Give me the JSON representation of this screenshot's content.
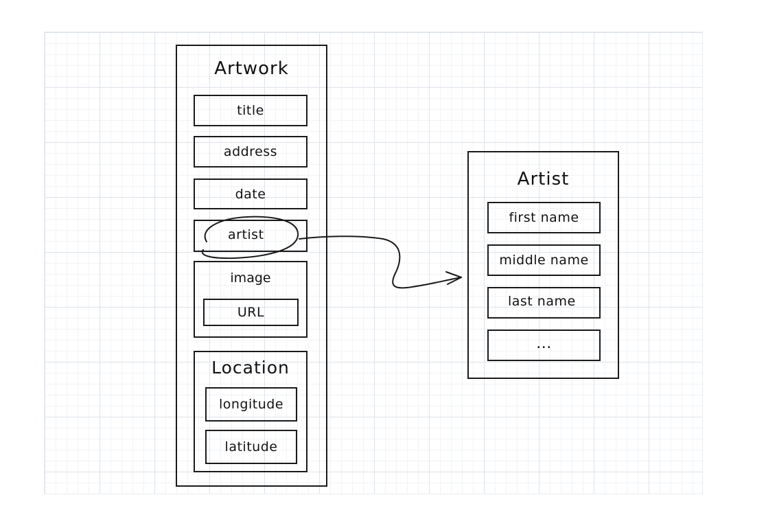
{
  "artwork": {
    "title": "Artwork",
    "fields": {
      "title": "title",
      "address": "address",
      "date": "date",
      "artist": "artist"
    },
    "image": {
      "label": "image",
      "url": "URL"
    },
    "location": {
      "label": "Location",
      "longitude": "longitude",
      "latitude": "latitude"
    }
  },
  "artist_entity": {
    "title": "Artist",
    "fields": {
      "first_name": "first name",
      "middle_name": "middle name",
      "last_name": "last name",
      "more": "..."
    }
  },
  "colors": {
    "stroke": "#1a1a1a",
    "grid_major": "#dde3ea",
    "grid_minor": "#f0f3f6"
  }
}
